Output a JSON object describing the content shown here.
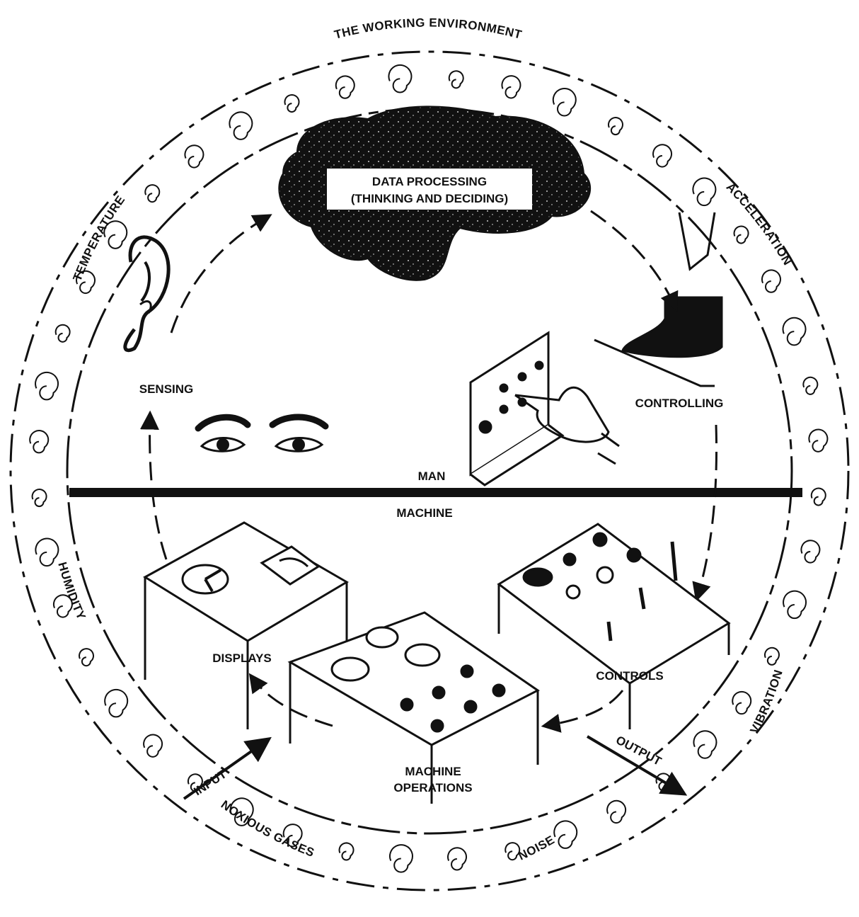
{
  "environment": {
    "title": "THE WORKING ENVIRONMENT",
    "factors": {
      "temperature": "TEMPERATURE",
      "acceleration": "ACCELERATION",
      "humidity": "HUMIDITY",
      "vibration": "VIBRATION",
      "noxious_gases": "NOXIOUS GASES",
      "noise": "NOISE"
    }
  },
  "man": {
    "label": "MAN",
    "data_processing_line1": "DATA PROCESSING",
    "data_processing_line2": "(THINKING AND DECIDING)",
    "sensing": "SENSING",
    "controlling": "CONTROLLING"
  },
  "machine": {
    "label": "MACHINE",
    "displays": "DISPLAYS",
    "controls": "CONTROLS",
    "operations_line1": "MACHINE",
    "operations_line2": "OPERATIONS",
    "input": "INPUT",
    "output": "OUTPUT"
  },
  "icons": [
    "brain-icon",
    "ear-icon",
    "eyes-icon",
    "hand-icon",
    "foot-pedal-icon",
    "display-console-icon",
    "control-console-icon",
    "machine-console-icon"
  ],
  "colors": {
    "ink": "#111111",
    "paper": "#ffffff"
  }
}
